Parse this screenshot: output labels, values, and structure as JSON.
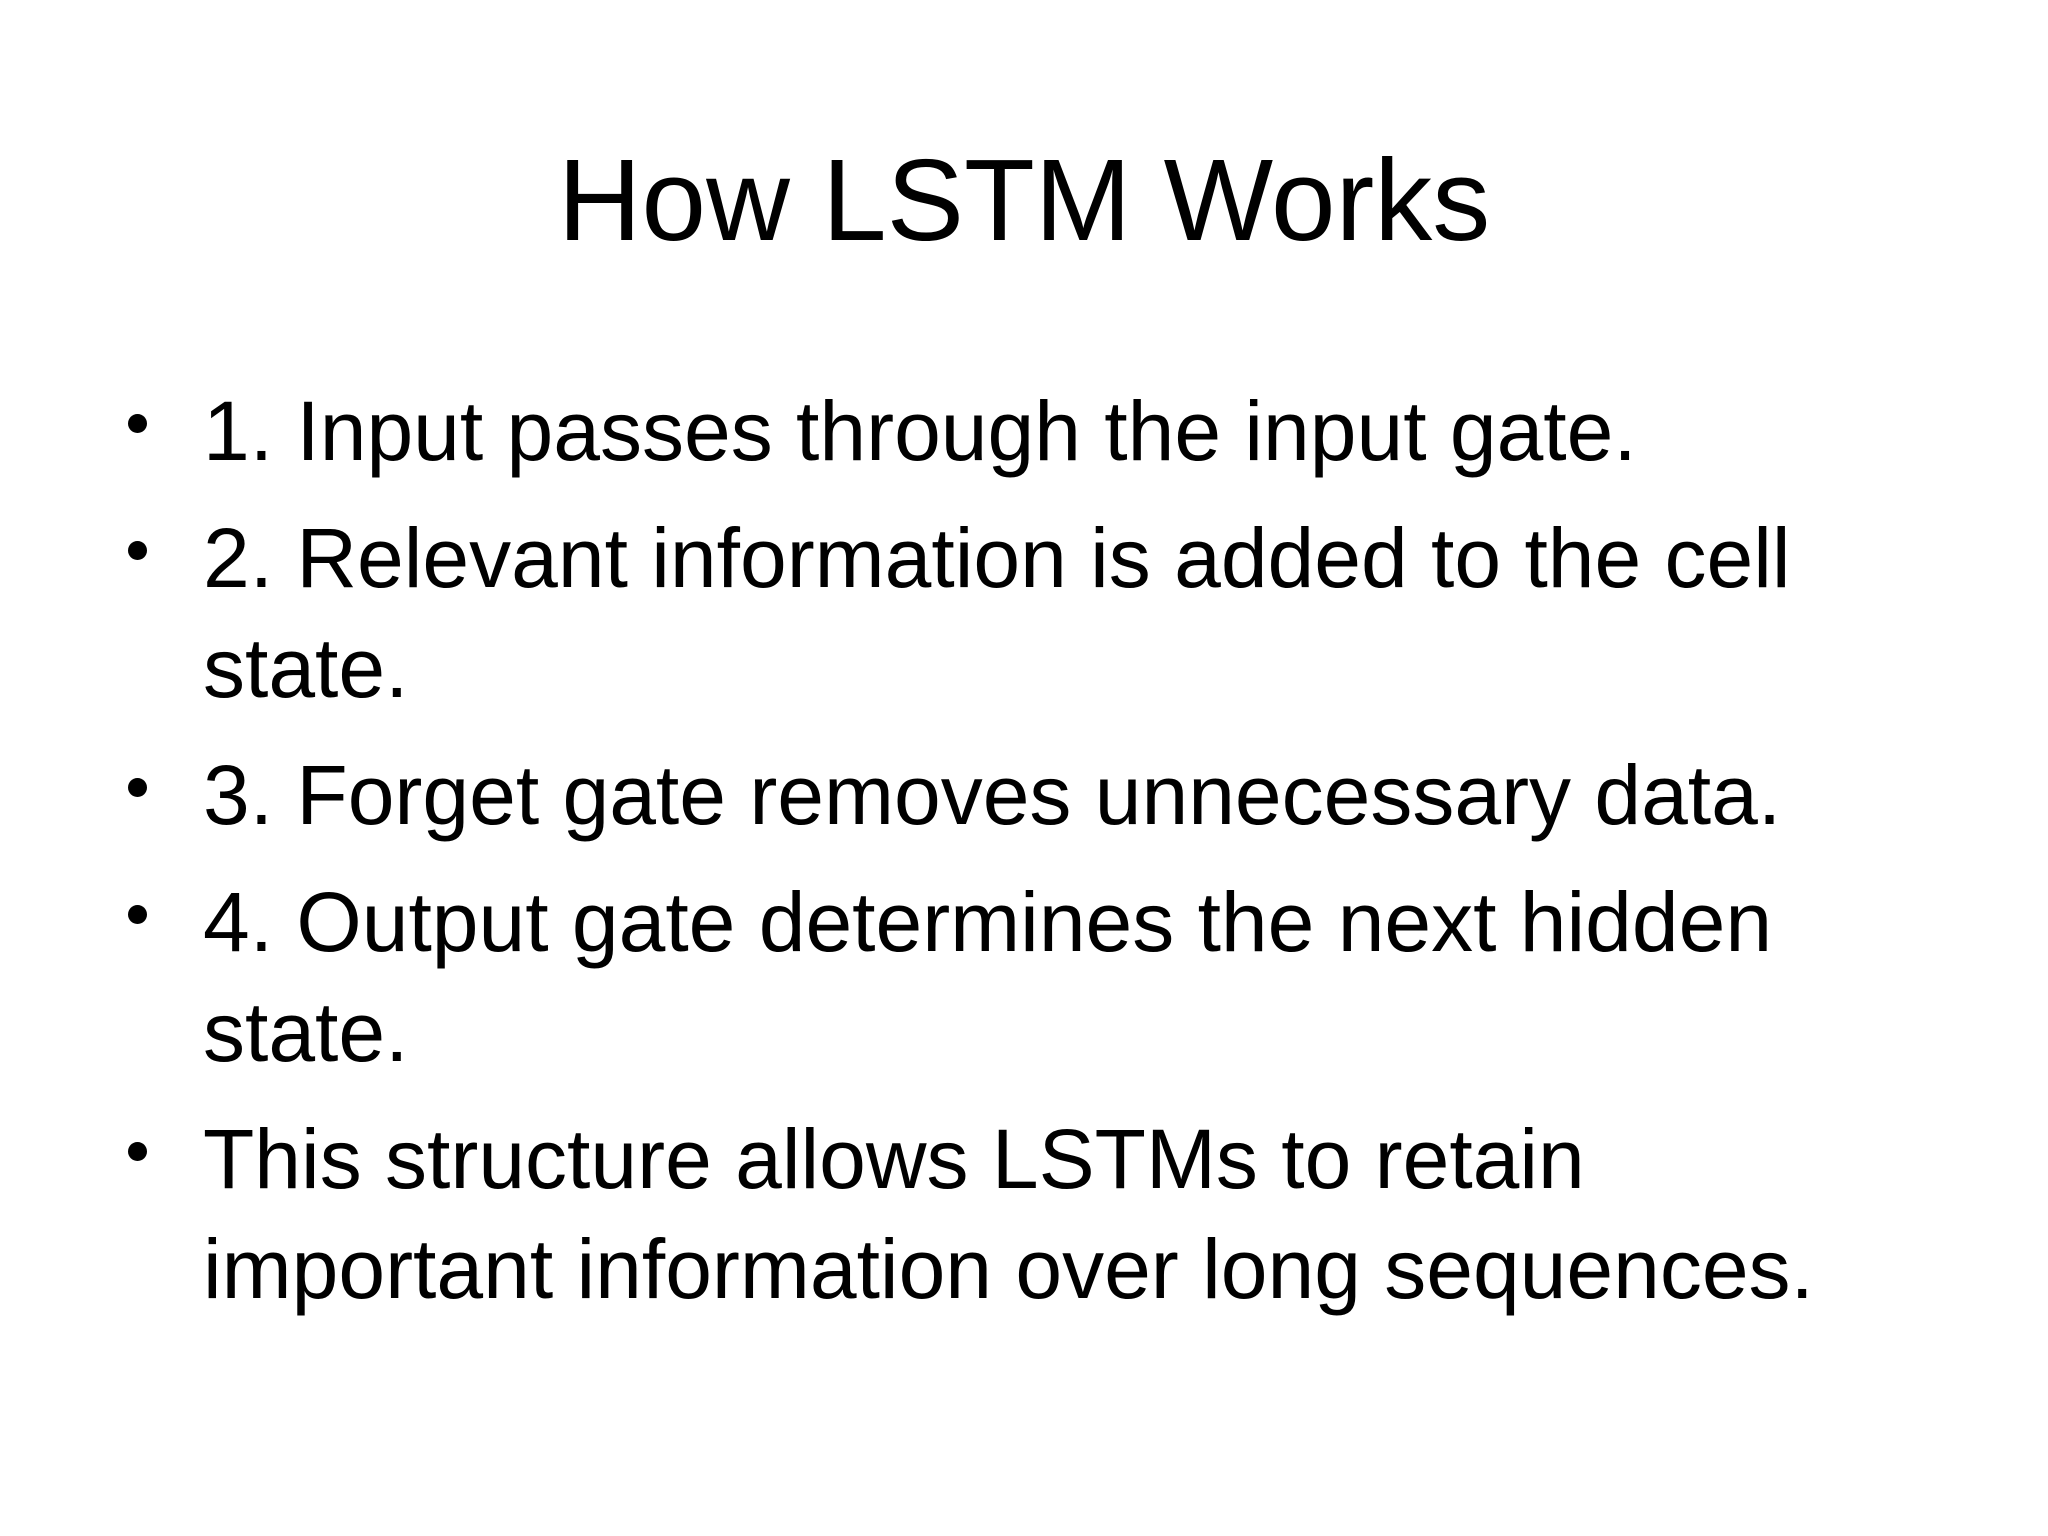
{
  "slide": {
    "title": "How LSTM Works",
    "bullets": [
      "1. Input passes through the input gate.",
      "2. Relevant information is added to the cell state.",
      "3. Forget gate removes unnecessary data.",
      "4. Output gate determines the next hidden state.",
      "This structure allows LSTMs to retain important information over long sequences."
    ],
    "colors": {
      "background": "#ffffff",
      "text": "#000000"
    }
  }
}
